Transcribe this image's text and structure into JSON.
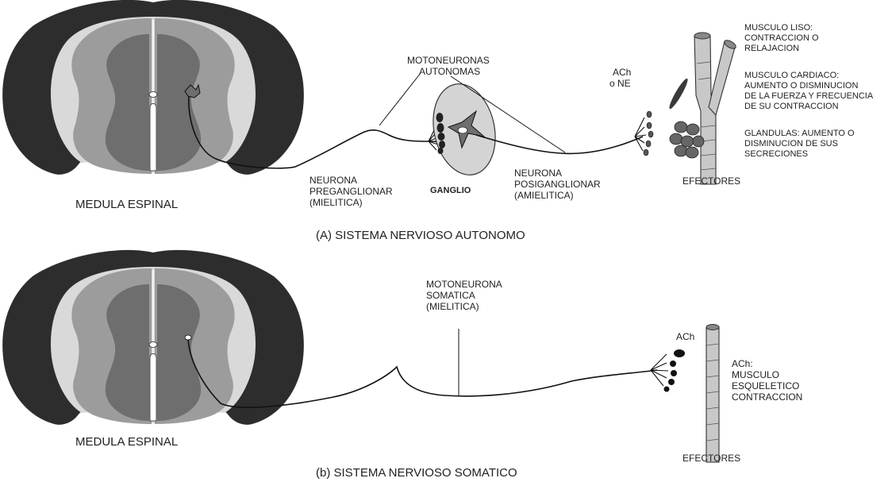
{
  "colors": {
    "outer_ring": "#2d2d2d",
    "white_matter": "#d9d9d9",
    "gray_outer": "#9c9c9c",
    "gray_inner": "#6e6e6e",
    "ganglion": "#d4d4d4",
    "effector": "#c8c8c8",
    "gland": "#666666"
  },
  "autonomic": {
    "spinal_cord_label": "MEDULA ESPINAL",
    "motoneurons_label": [
      "MOTONEURONAS",
      "AUTONOMAS"
    ],
    "preganglionic_label": [
      "NEURONA",
      "PREGANGLIONAR",
      "(MIELITICA)"
    ],
    "ganglion_label": "GANGLIO",
    "postganglionic_label": [
      "NEURONA",
      "POSIGANGLIONAR",
      "(AMIELITICA)"
    ],
    "neurotransmitter_label": [
      "ACh",
      "o NE"
    ],
    "effectors_label": "EFECTORES",
    "smooth_muscle_label": [
      "MUSCULO LISO:",
      "CONTRACCION O",
      "RELAJACION"
    ],
    "cardiac_muscle_label": [
      "MUSCULO CARDIACO:",
      "AUMENTO O DISMINUCION",
      "DE LA FUERZA Y FRECUENCIA",
      "DE SU CONTRACCION"
    ],
    "glands_label": [
      "GLANDULAS: AUMENTO O",
      "DISMINUCION DE SUS",
      "SECRECIONES"
    ],
    "caption": "(A) SISTEMA NERVIOSO AUTONOMO"
  },
  "somatic": {
    "spinal_cord_label": "MEDULA ESPINAL",
    "motoneuron_label": [
      "MOTONEURONA",
      "SOMATICA",
      "(MIELITICA)"
    ],
    "neurotransmitter_label": "ACh",
    "effect_label": [
      "ACh:",
      "MUSCULO",
      "ESQUELETICO",
      "CONTRACCION"
    ],
    "effectors_label": "EFECTORES",
    "caption": "(b) SISTEMA NERVIOSO SOMATICO"
  }
}
